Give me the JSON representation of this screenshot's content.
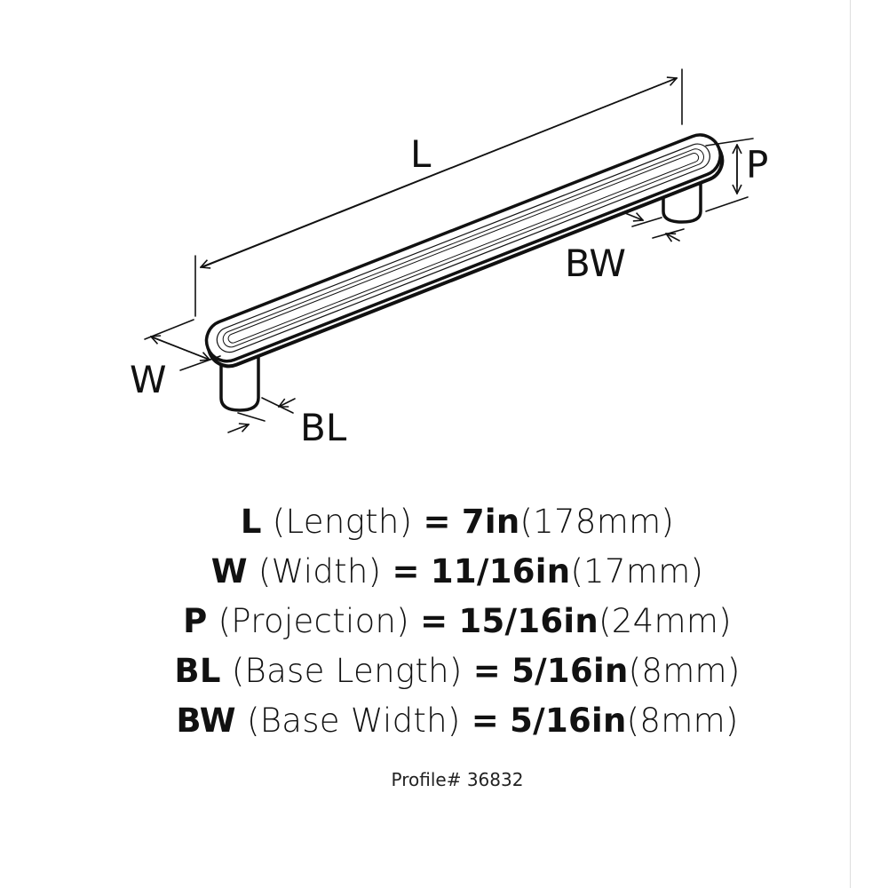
{
  "diagram": {
    "labels": {
      "L": "L",
      "P": "P",
      "BW": "BW",
      "W": "W",
      "BL": "BL"
    }
  },
  "specs": [
    {
      "abbr": "L",
      "name": "(Length)",
      "eq": "=",
      "imperial": "7in",
      "metric": "(178mm)"
    },
    {
      "abbr": "W",
      "name": "(Width)",
      "eq": "=",
      "imperial": "11/16in",
      "metric": "(17mm)"
    },
    {
      "abbr": "P",
      "name": "(Projection)",
      "eq": "=",
      "imperial": "15/16in",
      "metric": "(24mm)"
    },
    {
      "abbr": "BL",
      "name": "(Base Length)",
      "eq": "=",
      "imperial": "5/16in",
      "metric": "(8mm)"
    },
    {
      "abbr": "BW",
      "name": "(Base Width)",
      "eq": "=",
      "imperial": "5/16in",
      "metric": "(8mm)"
    }
  ],
  "profile": "Profile# 36832"
}
